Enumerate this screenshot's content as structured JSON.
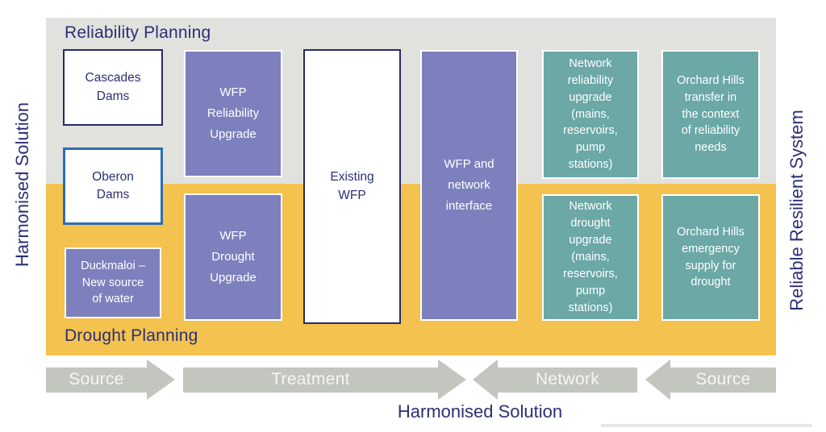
{
  "side_labels": {
    "left": "Harmonised Solution",
    "right": "Reliable Resilient System"
  },
  "bands": {
    "reliability": {
      "title": "Reliability Planning"
    },
    "drought": {
      "title": "Drought Planning"
    }
  },
  "boxes": [
    {
      "id": "cascades-dams",
      "label": "Cascades\nDams",
      "style": "white-navy-border",
      "band": "reliability"
    },
    {
      "id": "oberon-dams",
      "label": "Oberon\nDams",
      "style": "white-blue-border",
      "band": "reliability-and-drought"
    },
    {
      "id": "duckmaloi-new-source",
      "label": "Duckmaloi –\nNew source\nof water",
      "style": "purple",
      "band": "drought"
    },
    {
      "id": "wfp-reliability-upgrade",
      "label": "WFP\nReliability\nUpgrade",
      "style": "purple",
      "band": "reliability"
    },
    {
      "id": "wfp-drought-upgrade",
      "label": "WFP\nDrought\nUpgrade",
      "style": "purple",
      "band": "drought"
    },
    {
      "id": "existing-wfp",
      "label": "Existing\nWFP",
      "style": "white-navy-border",
      "band": "both"
    },
    {
      "id": "wfp-network-interface",
      "label": "WFP and\nnetwork\ninterface",
      "style": "purple",
      "band": "both"
    },
    {
      "id": "network-reliability-upgrade",
      "label": "Network\nreliability\nupgrade\n(mains,\nreservoirs,\npump\nstations)",
      "style": "teal",
      "band": "reliability"
    },
    {
      "id": "orchard-hills-transfer",
      "label": "Orchard Hills\ntransfer in\nthe context\nof reliability\nneeds",
      "style": "teal",
      "band": "reliability"
    },
    {
      "id": "network-drought-upgrade",
      "label": "Network\ndrought\nupgrade\n(mains,\nreservoirs,\npump\nstations)",
      "style": "teal",
      "band": "drought"
    },
    {
      "id": "orchard-hills-emergency",
      "label": "Orchard Hills\nemergency\nsupply for\ndrought",
      "style": "teal",
      "band": "drought"
    }
  ],
  "flow_arrows": [
    {
      "label": "Source",
      "direction": "right"
    },
    {
      "label": "Treatment",
      "direction": "right"
    },
    {
      "label": "Network",
      "direction": "left"
    },
    {
      "label": "Source",
      "direction": "left"
    }
  ],
  "footer": {
    "label": "Harmonised Solution"
  },
  "palette": {
    "band_reliability_bg": "#e1e2de",
    "band_drought_bg": "#f4c24e",
    "box_purple": "#7d80bd",
    "box_teal": "#6ba8a6",
    "navy_text": "#2d2f76",
    "navy_border": "#272b67",
    "blue_border": "#2e6db4",
    "arrow_gray": "#c3c5bf"
  }
}
